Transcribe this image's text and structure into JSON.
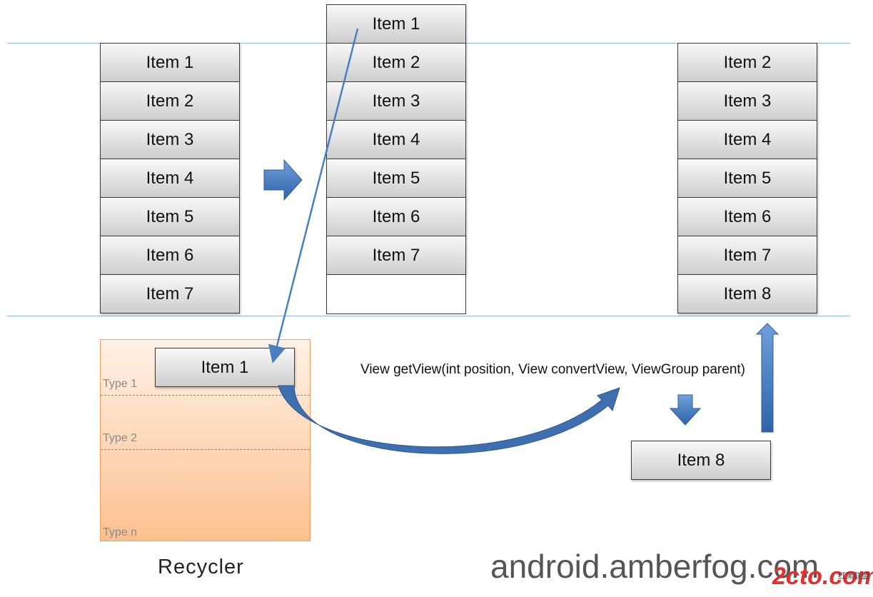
{
  "list_before": [
    "Item 1",
    "Item 2",
    "Item 3",
    "Item 4",
    "Item 5",
    "Item 6",
    "Item 7"
  ],
  "list_scrolled": [
    "Item 1",
    "Item 2",
    "Item 3",
    "Item 4",
    "Item 5",
    "Item 6",
    "Item 7"
  ],
  "list_after": [
    "Item 2",
    "Item 3",
    "Item 4",
    "Item 5",
    "Item 6",
    "Item 7",
    "Item 8"
  ],
  "recycled_item": "Item 1",
  "new_item": "Item 8",
  "recycler": {
    "label": "Recycler",
    "types": [
      "Type 1",
      "Type 2",
      "Type n"
    ]
  },
  "method_signature": "View getView(int position, View convertView, ViewGroup parent)",
  "site": "android.amberfog.com",
  "watermark": {
    "main": "2cto.com",
    "sub": "红黑联盟"
  },
  "colors": {
    "arrow_blue": "#4a7ebf",
    "recycler_fill": "#fcc08e",
    "guide_line": "#8fb8d8"
  }
}
